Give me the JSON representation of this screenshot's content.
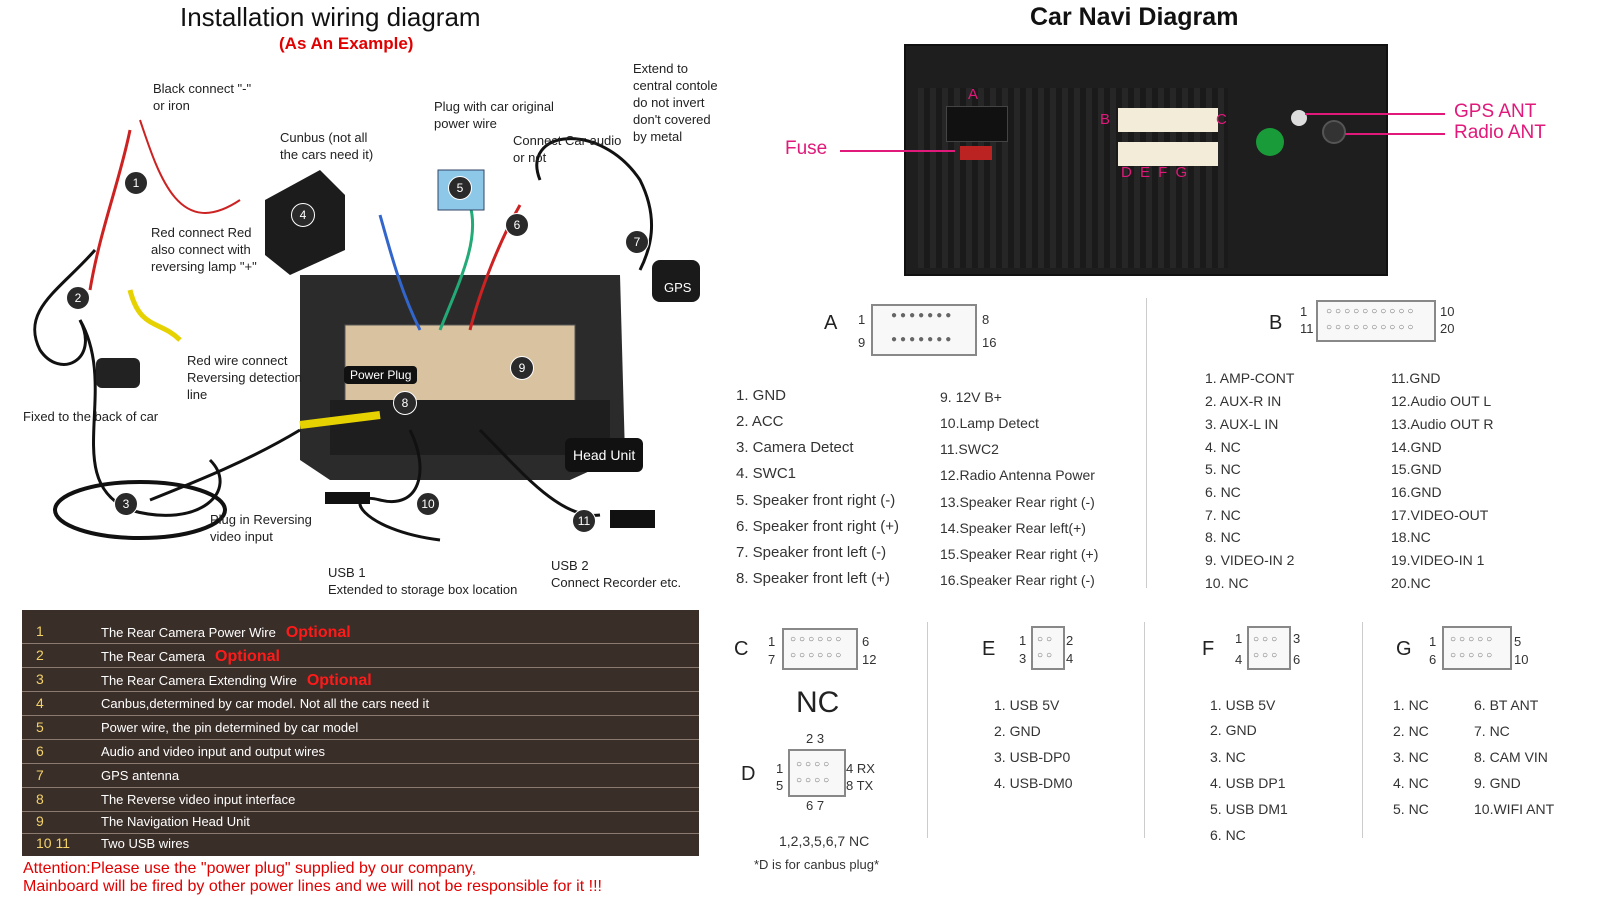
{
  "left": {
    "title": "Installation wiring diagram",
    "subtitle": "(As An Example)",
    "callouts": {
      "black": "Black connect \"-\"\nor iron",
      "canbus": "Cunbus (not all\nthe cars need it)",
      "plug_power": "Plug with car original\npower wire",
      "connect_audio": "Connect Car audio\nor not",
      "extend": "Extend to\ncentral contole\ndo not invert\ndon't covered\nby metal",
      "red_connect": "Red connect Red\nalso connect with\nreversing lamp \"+\"",
      "red_wire": "Red wire connect\nReversing detection\nline",
      "fixed": "Fixed to the back of car",
      "plug_rev": "Plug in Reversing\nvideo input",
      "usb1": "USB 1\nExtended to storage box location",
      "usb2": "USB 2\nConnect Recorder etc.",
      "gps": "GPS",
      "power_plug": "Power Plug",
      "head_unit": "Head Unit"
    },
    "markers": [
      "1",
      "2",
      "3",
      "4",
      "5",
      "6",
      "7",
      "8",
      "9",
      "10",
      "11"
    ],
    "legend": [
      {
        "n": "1",
        "text": "The Rear Camera Power Wire",
        "opt": "Optional"
      },
      {
        "n": "2",
        "text": "The Rear Camera",
        "opt": "Optional"
      },
      {
        "n": "3",
        "text": "The Rear Camera Extending Wire",
        "opt": "Optional"
      },
      {
        "n": "4",
        "text": "Canbus,determined by car model. Not all the cars need it",
        "opt": ""
      },
      {
        "n": "5",
        "text": "Power wire, the pin determined by car model",
        "opt": ""
      },
      {
        "n": "6",
        "text": "Audio and video input and output wires",
        "opt": ""
      },
      {
        "n": "7",
        "text": "GPS antenna",
        "opt": ""
      },
      {
        "n": "8",
        "text": "The Reverse video input interface",
        "opt": ""
      },
      {
        "n": "9",
        "text": "The Navigation Head Unit",
        "opt": ""
      },
      {
        "n": "10  11",
        "text": "Two USB wires",
        "opt": ""
      }
    ],
    "attention": "Attention:Please use the \"power plug\" supplied by our company,\nMainboard will be fired by other power lines and we will not be responsible for it !!!"
  },
  "right": {
    "title": "Car Navi Diagram",
    "labels": {
      "fuse": "Fuse",
      "gps_ant": "GPS ANT",
      "radio_ant": "Radio ANT",
      "a": "A",
      "b": "B",
      "c": "C",
      "defg": "D E F G"
    },
    "A": {
      "letter": "A",
      "pins": [
        "1",
        "8",
        "9",
        "16"
      ],
      "col1": [
        "1. GND",
        "2. ACC",
        "3. Camera Detect",
        "4. SWC1",
        "5. Speaker front right (-)",
        "6. Speaker front right (+)",
        "7. Speaker front left (-)",
        "8. Speaker front left (+)"
      ],
      "col2": [
        "9.  12V B+",
        "10.Lamp Detect",
        "11.SWC2",
        "12.Radio Antenna Power",
        "13.Speaker Rear right (-)",
        "14.Speaker Rear left(+)",
        "15.Speaker Rear right (+)",
        "16.Speaker Rear right (-)"
      ]
    },
    "B": {
      "letter": "B",
      "pins": [
        "1",
        "10",
        "11",
        "20"
      ],
      "col1": [
        "1.  AMP-CONT",
        "2.  AUX-R IN",
        "3.  AUX-L IN",
        "4.  NC",
        "5.  NC",
        "6.  NC",
        "7.  NC",
        "8.  NC",
        "9.  VIDEO-IN 2",
        "10.  NC"
      ],
      "col2": [
        "11.GND",
        "12.Audio OUT  L",
        "13.Audio OUT  R",
        "14.GND",
        "15.GND",
        "16.GND",
        "17.VIDEO-OUT",
        "18.NC",
        "19.VIDEO-IN 1",
        "20.NC"
      ]
    },
    "C": {
      "letter": "C",
      "pins": [
        "1",
        "6",
        "7",
        "12"
      ],
      "nc": "NC"
    },
    "D": {
      "letter": "D",
      "top": "2 3",
      "pins": [
        "1",
        "5",
        "4  RX",
        "8  TX"
      ],
      "bottom": "6 7",
      "list": "1,2,3,5,6,7  NC",
      "note": "*D is for canbus plug*"
    },
    "E": {
      "letter": "E",
      "pins": [
        "1",
        "2",
        "3",
        "4"
      ],
      "list": [
        "1. USB 5V",
        "2. GND",
        "3. USB-DP0",
        "4. USB-DM0"
      ]
    },
    "F": {
      "letter": "F",
      "pins": [
        "1",
        "3",
        "4",
        "6"
      ],
      "list": [
        "1. USB 5V",
        "2. GND",
        "3. NC",
        "4. USB DP1",
        "5. USB DM1",
        "6. NC"
      ]
    },
    "G": {
      "letter": "G",
      "pins": [
        "1",
        "5",
        "6",
        "10"
      ],
      "list1": [
        "1. NC",
        "2. NC",
        "3. NC",
        "4. NC",
        "5. NC"
      ],
      "list2": [
        "6.  BT ANT",
        "7.  NC",
        "8.  CAM VIN",
        "9.  GND",
        "10.WIFI ANT"
      ]
    }
  }
}
